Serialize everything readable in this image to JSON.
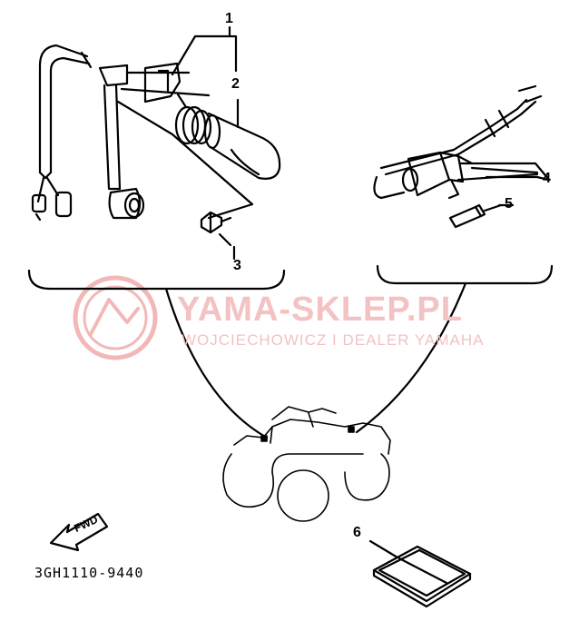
{
  "callouts": [
    "1",
    "2",
    "3",
    "4",
    "5",
    "6"
  ],
  "drawing_code": "3GH1110-9440",
  "fwd_label": "FWD",
  "watermark": {
    "title": "YAMA-SKLEP.PL",
    "subtitle": "WOJCIECHOWICZ I DEALER YAMAHA"
  }
}
